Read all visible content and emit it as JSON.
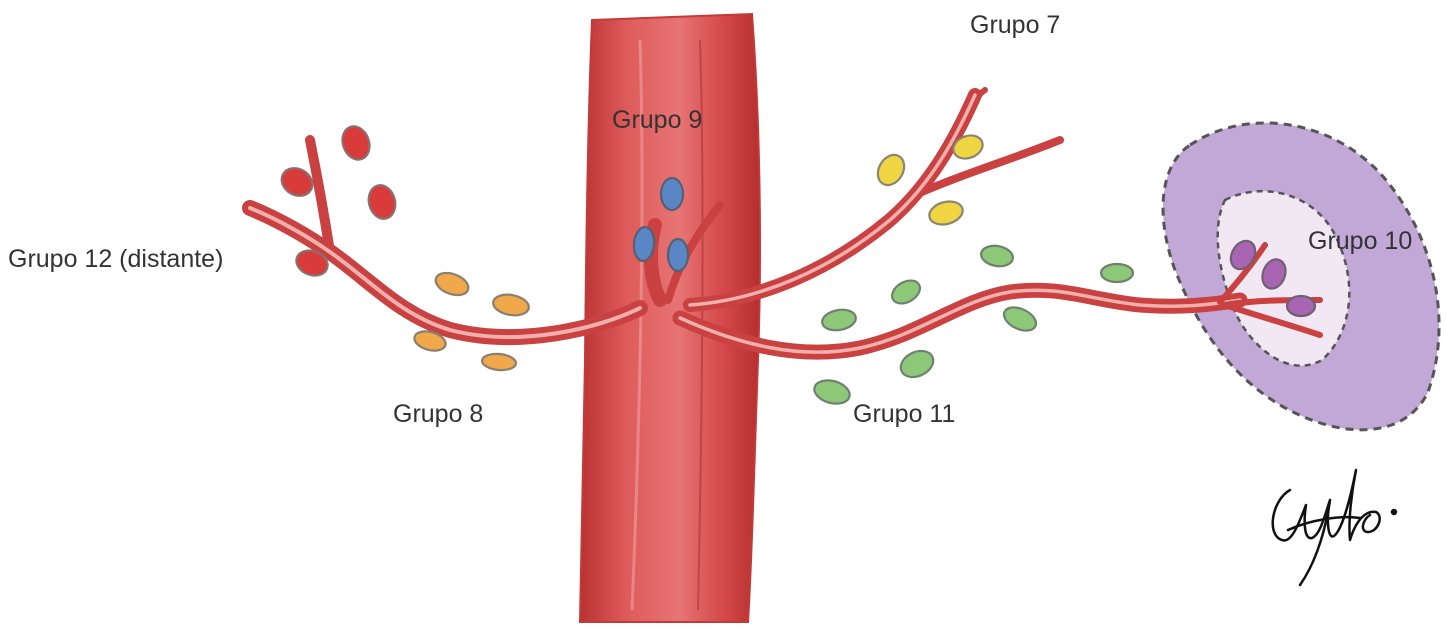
{
  "diagram": {
    "labels": {
      "group7": "Grupo 7",
      "group8": "Grupo 8",
      "group9": "Grupo 9",
      "group10": "Grupo 10",
      "group11": "Grupo 11",
      "group12": "Grupo 12 (distante)"
    },
    "colors": {
      "aorta": "#d64545",
      "vessel": "#d9534f",
      "vessel_highlight": "#f2b0ad",
      "group7": "#f0d542",
      "group8": "#f0a84a",
      "group9": "#5b86c6",
      "group10": "#a865b3",
      "group11": "#8cc877",
      "group12": "#d93a3a",
      "spleen": "#b9a0cf",
      "spleen_inner": "#efe6f2"
    },
    "icons": {
      "signature": "signature-mark"
    }
  }
}
